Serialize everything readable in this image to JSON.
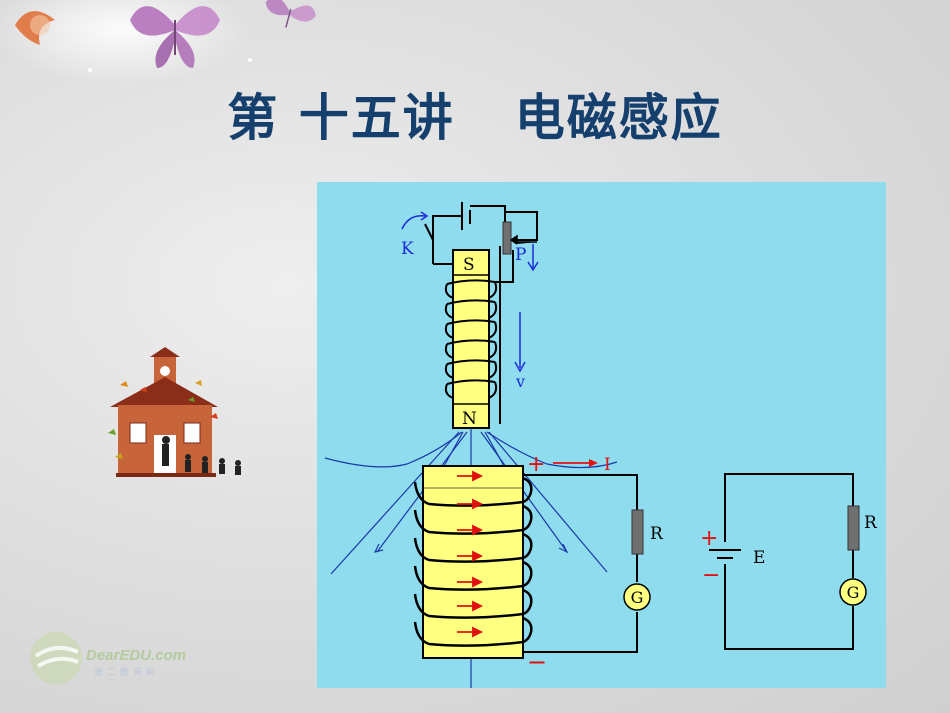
{
  "slide": {
    "title_part1": "第  十五讲",
    "title_part2": "电磁感应"
  },
  "diagram": {
    "labels": {
      "switch": "K",
      "slider": "P",
      "velocity": "v",
      "pole_top": "S",
      "pole_bottom": "N",
      "current": "I",
      "plus_top": "+",
      "minus_bottom": "−",
      "resistor_left": "R",
      "galvanometer_left": "G",
      "battery_plus": "+",
      "battery_minus": "−",
      "emf": "E",
      "resistor_right": "R",
      "galvanometer_right": "G"
    },
    "colors": {
      "background": "#8fdcef",
      "coil": "#ffff80",
      "label_blue": "#1a2ad8",
      "arrow_red": "#e11010"
    }
  },
  "watermark": {
    "brand": "DearEDU.com",
    "sub": "第二教育网"
  }
}
